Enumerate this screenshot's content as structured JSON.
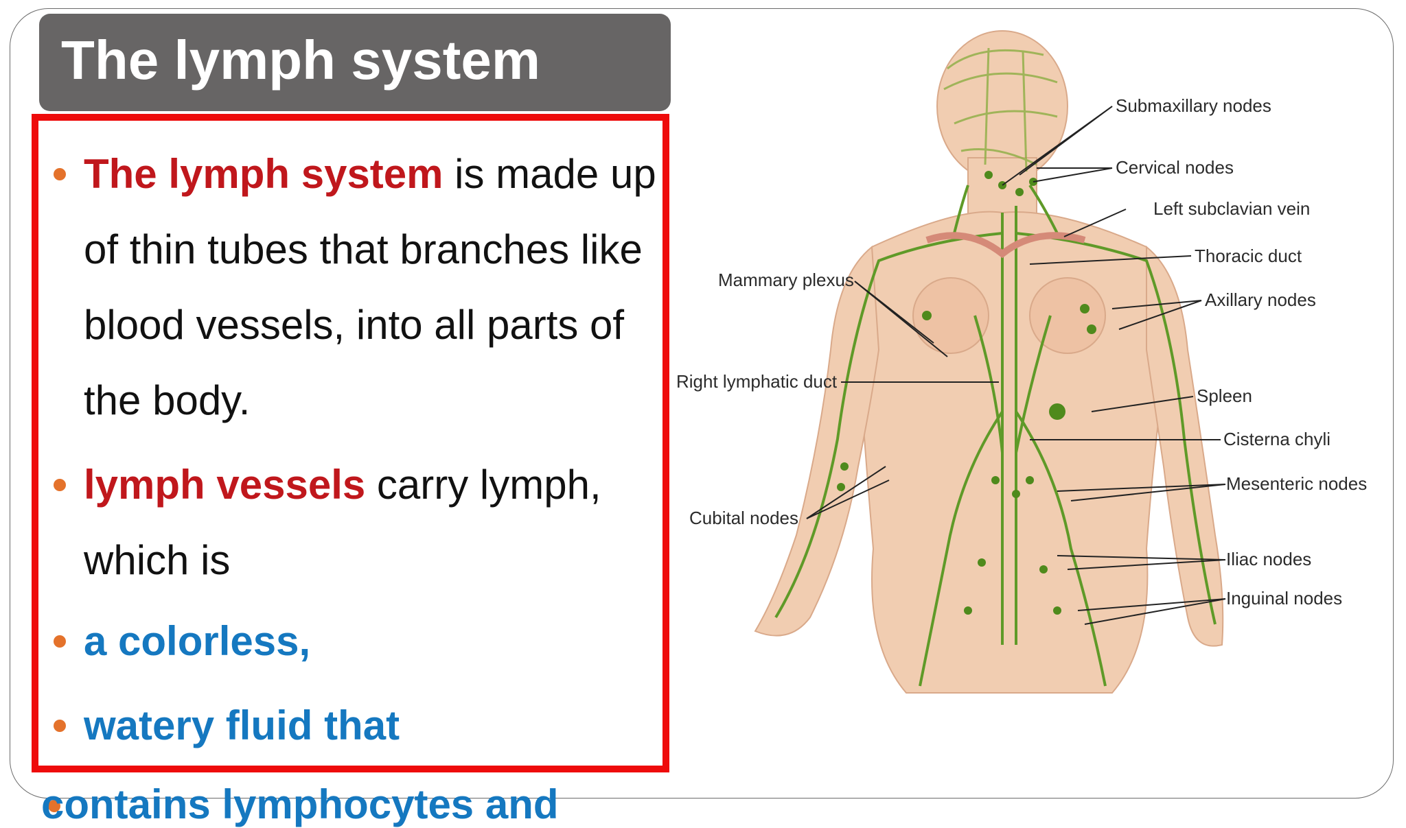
{
  "title": "The lymph system",
  "bullets": [
    {
      "bold": "The lymph system",
      "rest": " is made up of thin tubes that branches like blood vessels, into all parts of the body."
    },
    {
      "bold": "lymph vessels",
      "rest": " carry lymph, which is"
    },
    {
      "blue": "a colorless,"
    },
    {
      "blue": "watery fluid that"
    }
  ],
  "overflow_text": "contains lymphocytes and",
  "diagram": {
    "labels": {
      "submaxillary": "Submaxillary nodes",
      "cervical": "Cervical nodes",
      "subclavian": "Left subclavian vein",
      "thoracic": "Thoracic duct",
      "axillary": "Axillary nodes",
      "mammary": "Mammary plexus",
      "right_lymphatic": "Right lymphatic duct",
      "spleen": "Spleen",
      "cisterna": "Cisterna chyli",
      "mesenteric": "Mesenteric nodes",
      "cubital": "Cubital nodes",
      "iliac": "Iliac nodes",
      "inguinal": "Inguinal nodes"
    }
  },
  "colors": {
    "title_bg": "#676565",
    "frame_red": "#ee0b0b",
    "bold_red": "#c0171c",
    "bold_blue": "#1578c0",
    "bullet_dot": "#e4722b",
    "vessel_green": "#6a9a2a",
    "skin": "#f3cfb4"
  }
}
